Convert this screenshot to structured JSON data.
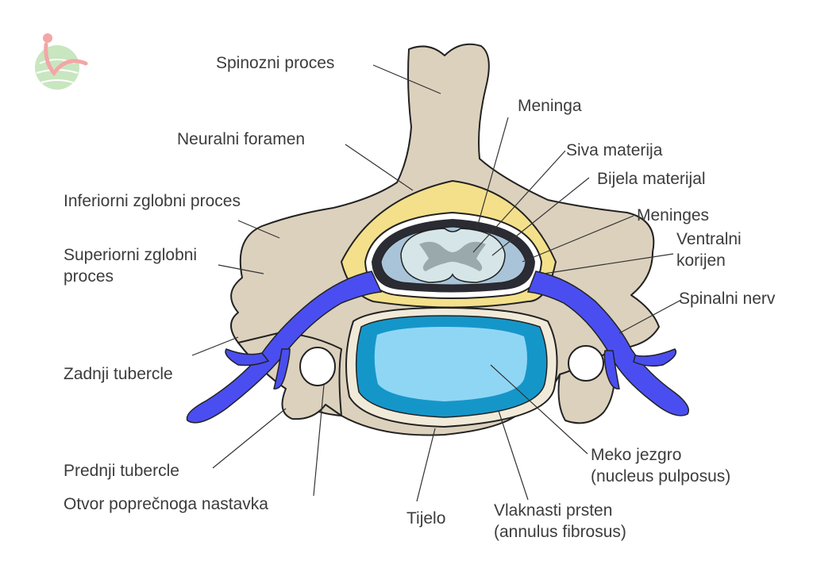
{
  "labels": {
    "spinozni": "Spinozni proces",
    "meninga": "Meninga",
    "neuralni": "Neuralni foramen",
    "siva": "Siva materija",
    "bijela": "Bijela materijal",
    "inferiorni": "Inferiorni zglobni proces",
    "meninges": "Meninges",
    "ventralni_1": "Ventralni",
    "ventralni_2": "korijen",
    "superiorni_1": "Superiorni zglobni",
    "superiorni_2": "proces",
    "spinalni": "Spinalni nerv",
    "zadnji": "Zadnji tubercle",
    "meko_1": "Meko jezgro",
    "meko_2": "(nucleus pulposus)",
    "prednji": "Prednji tubercle",
    "otvor": "Otvor poprečnoga nastavka",
    "tijelo": "Tijelo",
    "vlaknasti_1": "Vlaknasti prsten",
    "vlaknasti_2": "(annulus fibrosus)"
  },
  "colors": {
    "bone": "#dcd1bd",
    "fat": "#f4e08a",
    "meninges_dark": "#2b2b33",
    "csf": "#a9c4d9",
    "white_matter": "#d6e6e8",
    "grey_matter": "#9aa9ab",
    "nerve": "#4a4ef0",
    "nerve_dark": "#2d30c8",
    "annulus": "#1596c9",
    "nucleus": "#8fd6f5",
    "disc_rim": "#f1ead9",
    "text": "#3c3c3c"
  },
  "logo": {
    "name": "logo-icon"
  }
}
